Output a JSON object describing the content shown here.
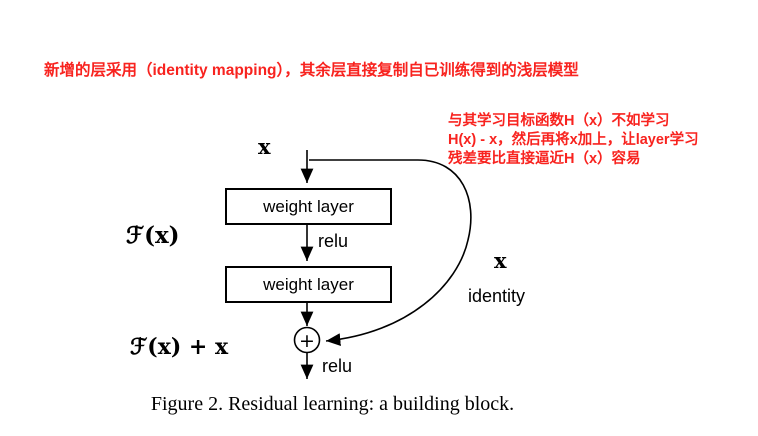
{
  "annotations": {
    "top_note": "新增的层采用（identity mapping），其余层直接复制自已训练得到的浅层模型",
    "side_note": {
      "line1": "与其学习目标函数H（x）不如学习",
      "line2": "H(x) - x，然后再将x加上，让layer学习",
      "line3": "残差要比直接逼近H（x）容易"
    },
    "annotation_color": "#f8231f",
    "ink_color": "#000000"
  },
  "diagram": {
    "input_label": "x",
    "box1_label": "weight layer",
    "box2_label": "weight layer",
    "relu1_label": "relu",
    "relu2_label": "relu",
    "f_label": "ℱ(x)",
    "sum_label": "ℱ(x) + x",
    "skip_x_label": "x",
    "skip_identity_label": "identity",
    "plus_sign": "+"
  },
  "caption": "Figure 2. Residual learning: a building block."
}
